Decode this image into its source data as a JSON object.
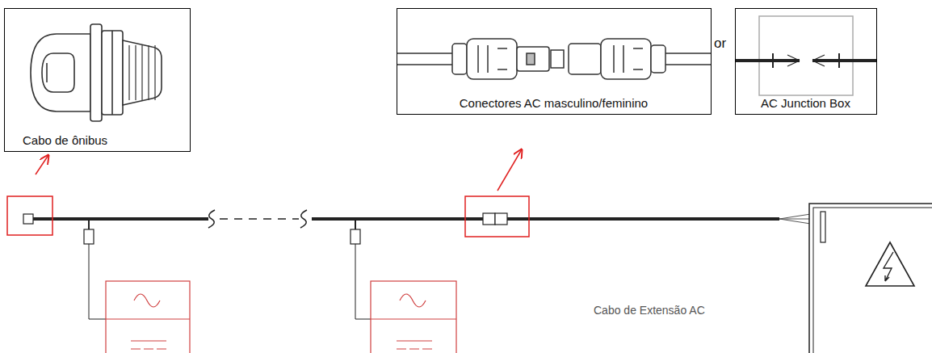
{
  "diagram": {
    "nodes": [
      {
        "text": [
          "Cabo de ônibus"
        ]
      },
      {
        "text": [
          "Conectores AC masculino/feminino"
        ]
      },
      {
        "text": [
          "AC Junction Box"
        ]
      }
    ],
    "labels": [
      "or",
      "Cabo de Extensão AC"
    ]
  }
}
